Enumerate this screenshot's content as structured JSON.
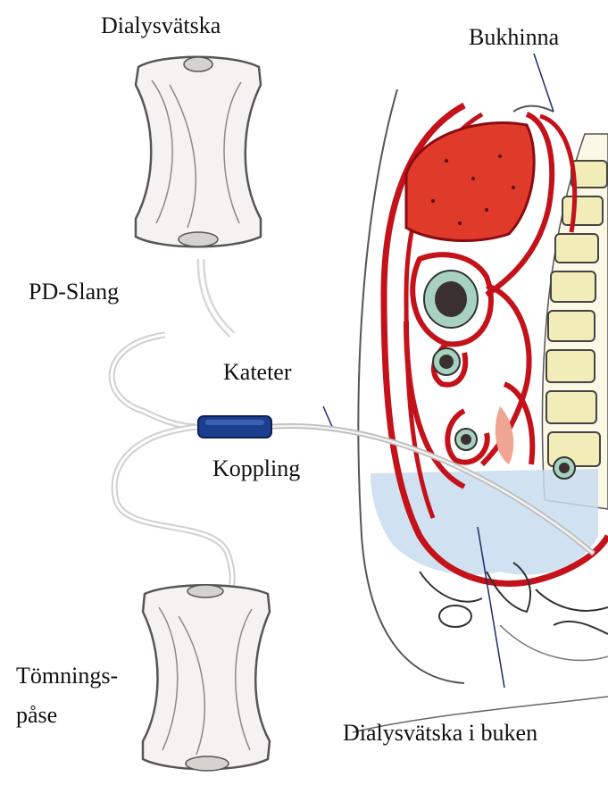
{
  "labels": {
    "dialysis_fluid": "Dialysvätska",
    "peritoneum": "Bukhinna",
    "pd_tube": "PD-Slang",
    "catheter": "Kateter",
    "coupling": "Koppling",
    "drain_bag_line1": "Tömnings-",
    "drain_bag_line2": "påse",
    "fluid_in_abdomen": "Dialysvätska i buken"
  },
  "colors": {
    "tissue_red": "#c4121a",
    "organ_fill": "#e03a2a",
    "spine_fill": "#f2edb8",
    "fluid_fill": "#c8dcef",
    "bag_fill": "#f4f3f0",
    "connector_blue": "#1a3f8f",
    "outline": "#333333"
  }
}
